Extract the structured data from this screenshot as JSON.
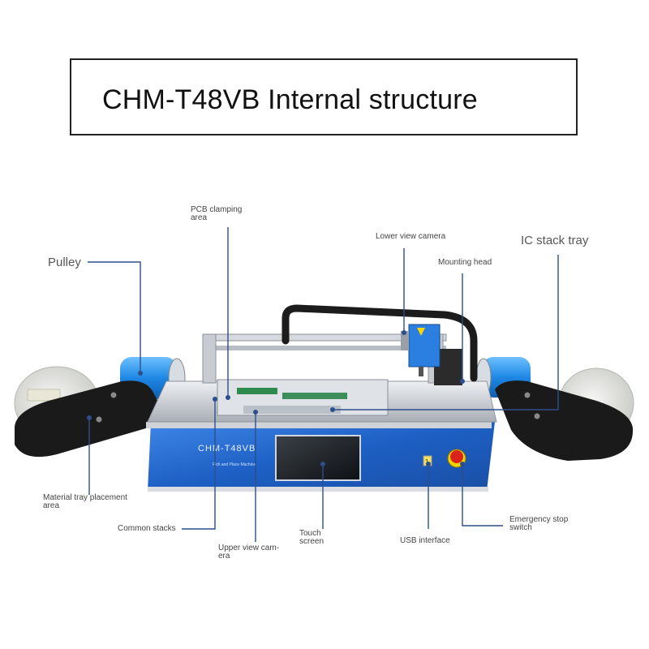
{
  "title": "CHM-T48VB Internal structure",
  "machine": {
    "brand_text": "CHM-T48VB",
    "subtitle_text": "Pick and Place Machine",
    "feeder_slot_label": "1"
  },
  "callouts": {
    "pcb_clamping_area": "PCB clamping\narea",
    "lower_view_camera": "Lower view camera",
    "ic_stack_tray": "IC stack tray",
    "mounting_head": "Mounting head",
    "pulley": "Pulley",
    "material_tray_placement_area": "Material tray placement\narea",
    "common_stacks": "Common stacks",
    "upper_view_camera": "Upper view cam-\nera",
    "touch_screen": "Touch\nscreen",
    "usb_interface": "USB interface",
    "emergency_stop_switch": "Emergency stop\nswitch"
  },
  "colors": {
    "leader_line": "#2d4e8c",
    "panel_blue": "#1d5fc4",
    "reel_blue": "#1e88e5",
    "arm_black": "#1a1a1a",
    "frame_silver": "#c8ccd2"
  }
}
